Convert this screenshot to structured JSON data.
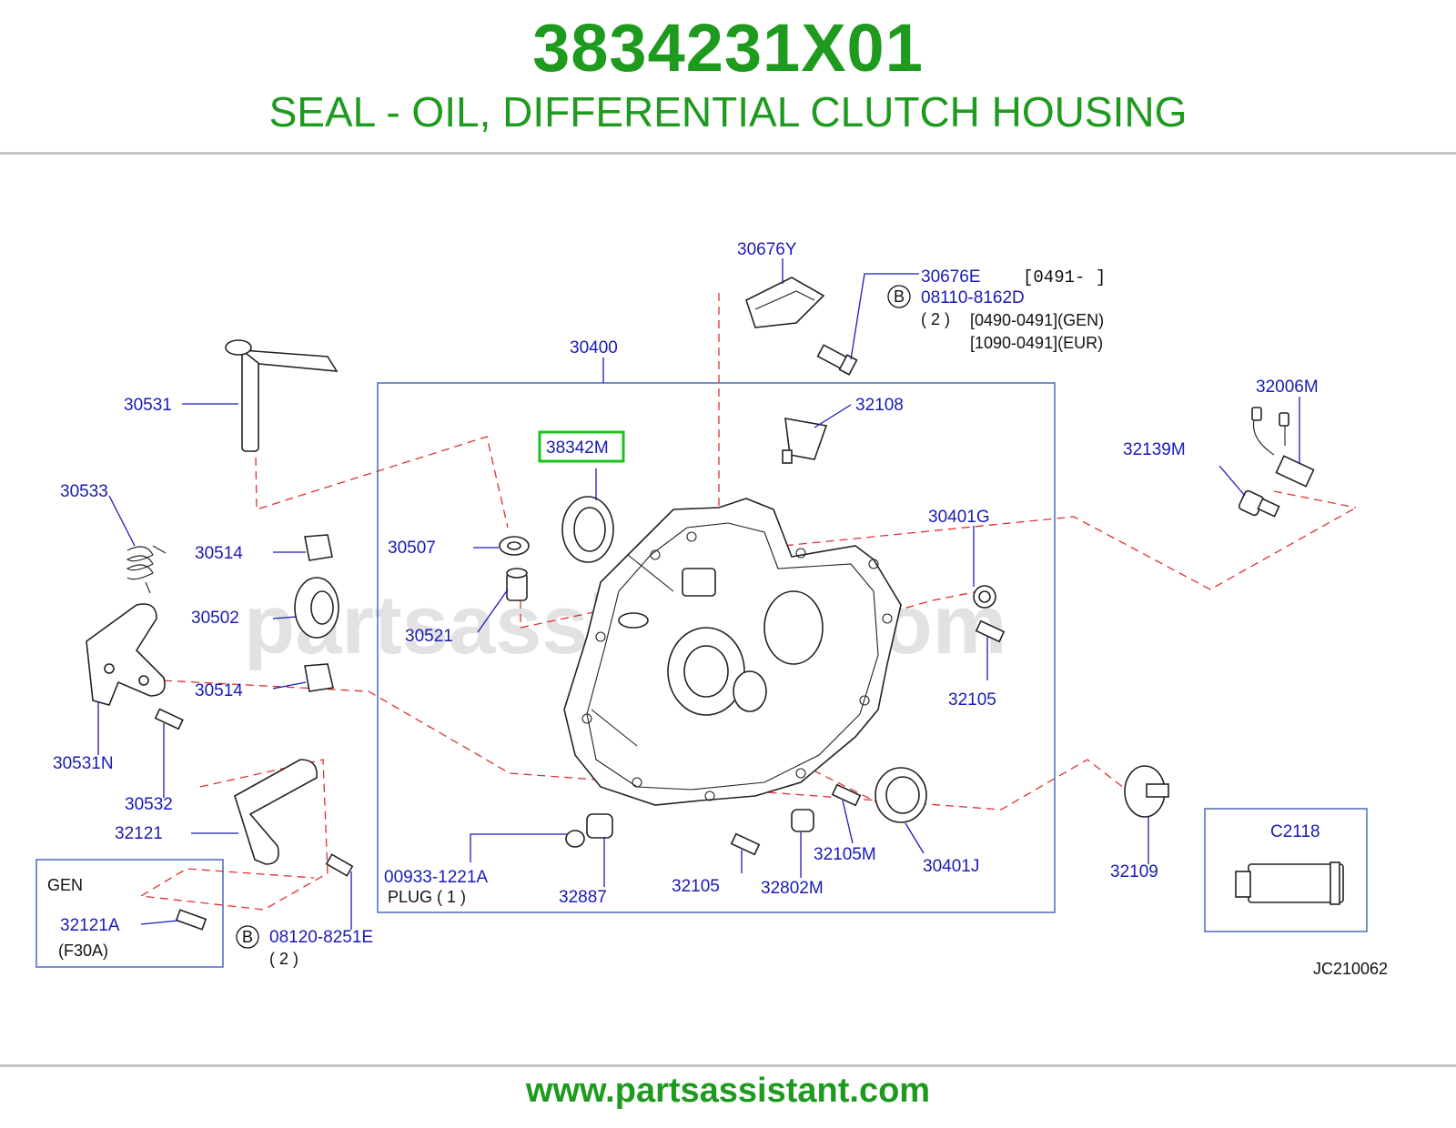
{
  "header": {
    "part_number": "3834231X01",
    "description": "SEAL - OIL, DIFFERENTIAL CLUTCH HOUSING"
  },
  "footer": {
    "url": "www.partsassistant.com"
  },
  "diagram": {
    "watermark": "partsassistant.com",
    "diagram_code": "JC210062",
    "highlighted_callout": "38342M",
    "callouts": {
      "c30676Y": "30676Y",
      "c30676E": "30676E",
      "c30676E_range": "[0491-          ]",
      "c08110": "08110-8162D",
      "c08110_qty": "( 2 )",
      "c08110_r1": "[0490-0491](GEN)",
      "c08110_r2": "[1090-0491](EUR)",
      "bolt_badge": "B",
      "c30400": "30400",
      "c30531": "30531",
      "c38342M": "38342M",
      "c32108": "32108",
      "c32006M": "32006M",
      "c32139M": "32139M",
      "c30533": "30533",
      "c30507": "30507",
      "c30401G": "30401G",
      "c30514a": "30514",
      "c30502": "30502",
      "c30521": "30521",
      "c30514b": "30514",
      "c32105a": "32105",
      "c30531N": "30531N",
      "c30532": "30532",
      "c32121": "32121",
      "c32105M": "32105M",
      "c30401J": "30401J",
      "c32109": "32109",
      "c00933": "00933-1221A",
      "c00933_plug": "PLUG  ( 1 )",
      "c32887": "32887",
      "c32105b": "32105",
      "c32802M": "32802M",
      "c08120": "08120-8251E",
      "c08120_qty": "( 2 )",
      "c32121A": "32121A",
      "c32121A_note": "(F30A)",
      "gen": "GEN",
      "cC2118": "C2118"
    }
  }
}
